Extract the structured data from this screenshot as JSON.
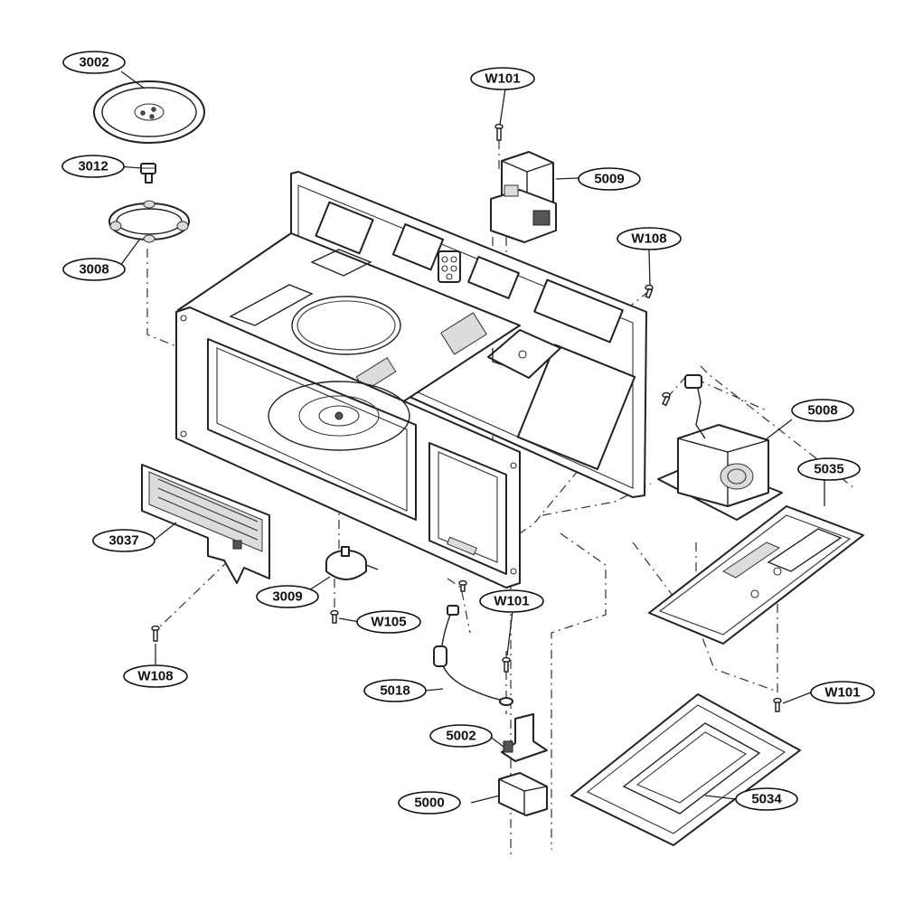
{
  "callouts": {
    "c3002": "3002",
    "c3012": "3012",
    "c3008": "3008",
    "cW101_top": "W101",
    "c5009": "5009",
    "cW108_top": "W108",
    "c5008": "5008",
    "c5035": "5035",
    "c3037": "3037",
    "c3009": "3009",
    "cW105": "W105",
    "cW101_mid": "W101",
    "cW108_bottom": "W108",
    "c5018": "5018",
    "c5002": "5002",
    "c5000": "5000",
    "cW101_right": "W101",
    "c5034": "5034"
  }
}
